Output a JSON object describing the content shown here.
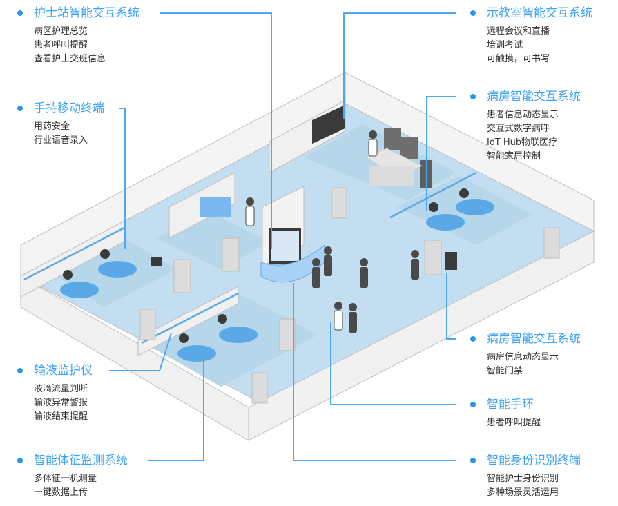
{
  "colors": {
    "accent": "#3ea3f5",
    "connector": "#4aa8f5",
    "floor": "#c3def0",
    "wall": "#f1f1f1",
    "wall_edge": "#bdbdbd",
    "furniture_blue": "#5aa9e6",
    "figure": "#4a4a4a",
    "text": "#333333"
  },
  "features": [
    {
      "id": "nurse-station",
      "title": "护士站智能交互系统",
      "items": [
        "病区护理总览",
        "患者呼叫提醒",
        "查看护士交班信息"
      ]
    },
    {
      "id": "handheld-terminal",
      "title": "手持移动终端",
      "items": [
        "用药安全",
        "行业语音录入"
      ]
    },
    {
      "id": "infusion-monitor",
      "title": "输液监护仪",
      "items": [
        "液滴流量判断",
        "输液异常警报",
        "输液结束提醒"
      ]
    },
    {
      "id": "vital-signs",
      "title": "智能体征监测系统",
      "items": [
        "多体征一机测量",
        "一键数据上传"
      ]
    },
    {
      "id": "classroom",
      "title": "示教室智能交互系统",
      "items": [
        "远程会议和直播",
        "培训考试",
        "可触摸，可书写"
      ]
    },
    {
      "id": "ward-bedside",
      "title": "病房智能交互系统",
      "items": [
        "患者信息动态显示",
        "交互式数字病呼",
        "IoT Hub物联医疗",
        "智能家居控制"
      ]
    },
    {
      "id": "ward-door",
      "title": "病房智能交互系统",
      "items": [
        "病房信息动态显示",
        "智能门禁"
      ]
    },
    {
      "id": "smart-band",
      "title": "智能手环",
      "items": [
        "患者呼叫提醒"
      ]
    },
    {
      "id": "identity-terminal",
      "title": "智能身份识别终端",
      "items": [
        "智能护士身份识别",
        "多种场景灵活运用"
      ]
    }
  ]
}
